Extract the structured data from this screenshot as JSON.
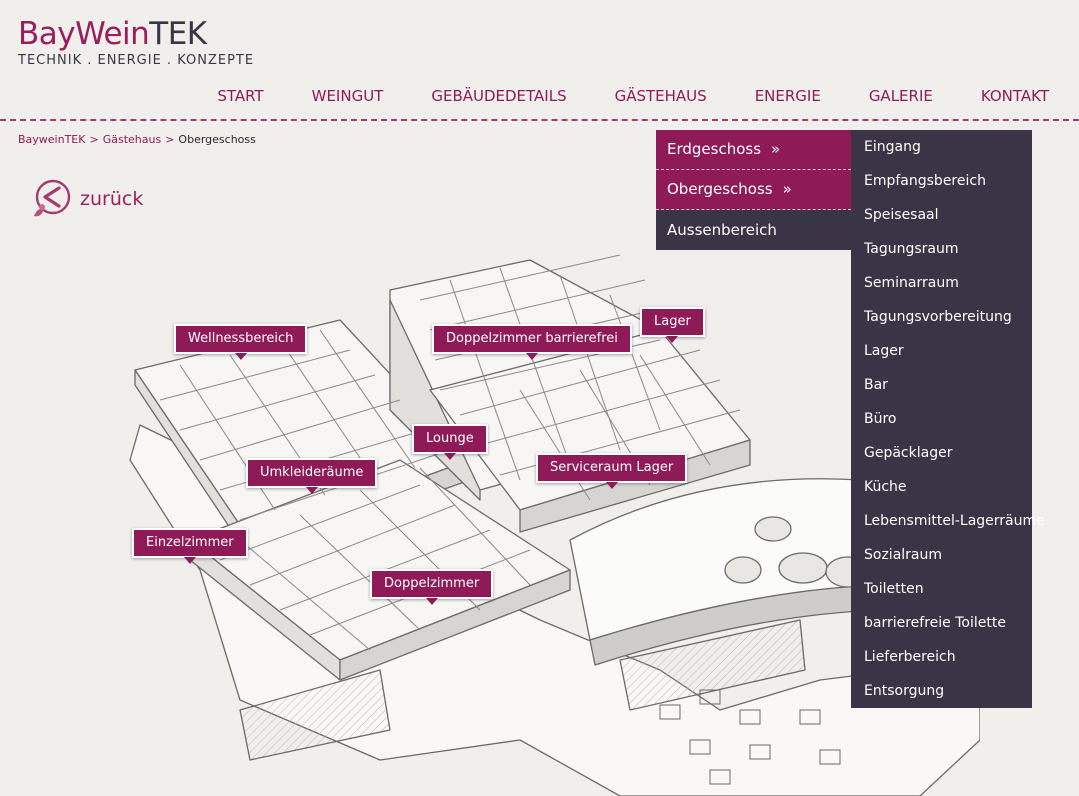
{
  "logo": {
    "part1": "BayWein",
    "part2": "TEK",
    "subtitle": "TECHNIK . ENERGIE . KONZEPTE"
  },
  "nav": [
    "START",
    "WEINGUT",
    "GEBÄUDEDETAILS",
    "GÄSTEHAUS",
    "ENERGIE",
    "GALERIE",
    "KONTAKT"
  ],
  "breadcrumb": {
    "items": [
      "BayweinTEK",
      "Gästehaus"
    ],
    "separator": ">",
    "current": "Obergeschoss"
  },
  "back": {
    "label": "zurück"
  },
  "room_tags": [
    "Wellnessbereich",
    "Doppelzimmer barrierefrei",
    "Lager",
    "Lounge",
    "Umkleideräume",
    "Serviceraum Lager",
    "Einzelzimmer",
    "Doppelzimmer"
  ],
  "floor_menu": {
    "items": [
      "Erdgeschoss",
      "Obergeschoss",
      "Aussenbereich"
    ],
    "chevron": "»"
  },
  "submenu": {
    "items": [
      "Eingang",
      "Empfangsbereich",
      "Speisesaal",
      "Tagungsraum",
      "Seminarraum",
      "Tagungsvorbereitung",
      "Lager",
      "Bar",
      "Büro",
      "Gepäcklager",
      "Küche",
      "Lebensmittel-Lagerräume",
      "Sozialraum",
      "Toiletten",
      "barrierefreie Toilette",
      "Lieferbereich",
      "Entsorgung"
    ]
  },
  "colors": {
    "brand": "#8e1a58",
    "dark": "#3a3546",
    "background": "#f1efec"
  }
}
